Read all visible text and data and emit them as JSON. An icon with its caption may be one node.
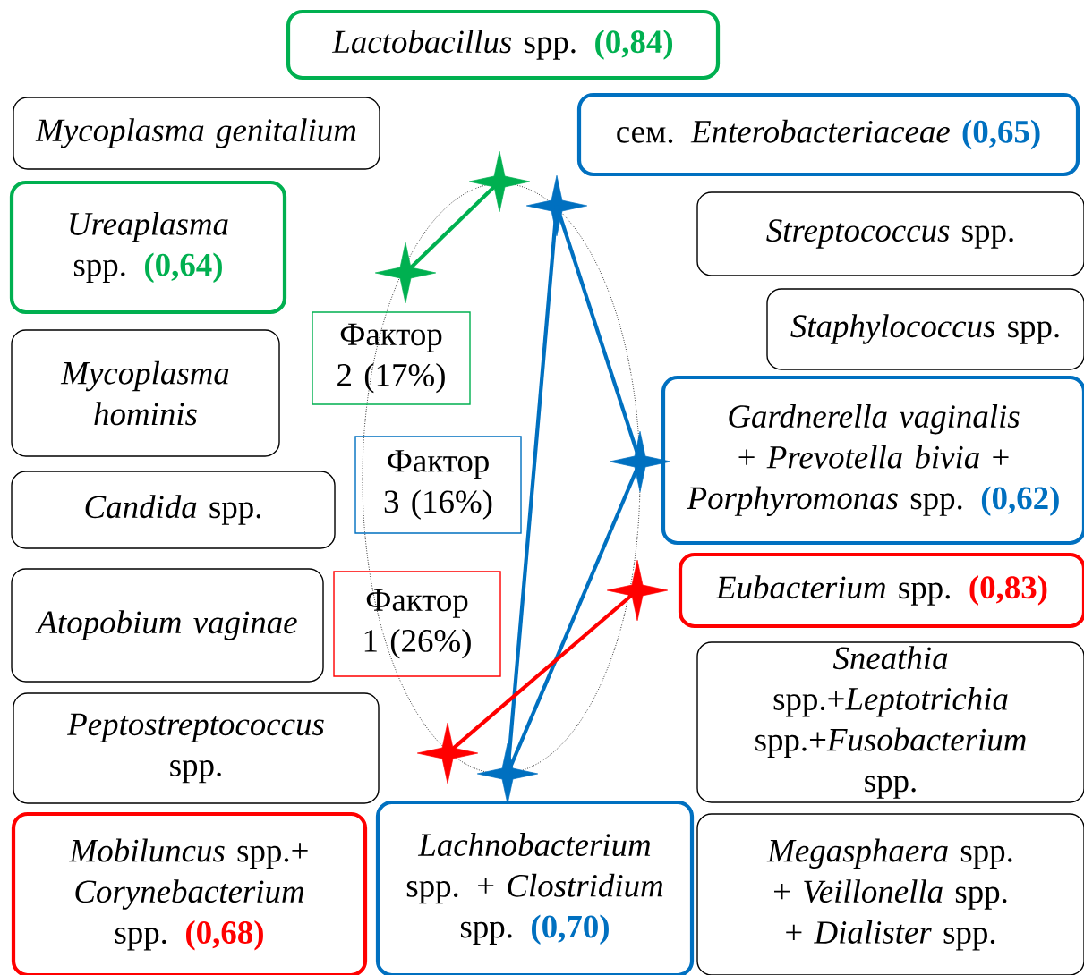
{
  "diagram": {
    "nodes": [
      {
        "text": [
          "*Lactobacillus* spp.",
          "(0,84)"
        ]
      },
      {
        "text": [
          "Mycoplasma genitalium"
        ]
      },
      {
        "text": [
          "сем. *Enterobacteriaceae*",
          "(0,65)"
        ]
      },
      {
        "text": [
          "*Ureaplasma* spp.",
          "(0,64)"
        ]
      },
      {
        "text": [
          "*Streptococcus* spp."
        ]
      },
      {
        "text": [
          "*Staphylococcus* spp."
        ]
      },
      {
        "text": [
          "Фактор 2 (17%)"
        ]
      },
      {
        "text": [
          "Mycoplasma hominis"
        ]
      },
      {
        "text": [
          "*Gardnerella vaginalis* + *Prevotella bivia* + *Porphyromonas* spp.",
          "(0,62)"
        ]
      },
      {
        "text": [
          "Фактор 3 (16%)"
        ]
      },
      {
        "text": [
          "*Candida* spp."
        ]
      },
      {
        "text": [
          "Atopobium vaginae"
        ]
      },
      {
        "text": [
          "Фактор 1 (26%)"
        ]
      },
      {
        "text": [
          "*Eubacterium* spp.",
          "(0,83)"
        ]
      },
      {
        "text": [
          "*Peptostreptococcus* spp."
        ]
      },
      {
        "text": [
          "*Sneathia* spp.+*Leptotrichia* spp.+*Fusobacterium* spp."
        ]
      },
      {
        "text": [
          "*Mobiluncus* spp.+ *Corynebacterium* spp.",
          "(0,68)"
        ]
      },
      {
        "text": [
          "*Lachnobacterium* spp. + *Clostridium* spp.",
          "(0,70)"
        ]
      },
      {
        "text": [
          "*Megasphaera* spp. + *Veillonella* spp. + *Dialister* spp."
        ]
      },
      {
        "text": [],
        "shape": "star"
      },
      {
        "text": [],
        "shape": "star"
      },
      {
        "text": [],
        "shape": "star"
      },
      {
        "text": [],
        "shape": "star"
      },
      {
        "text": [],
        "shape": "star"
      },
      {
        "text": [],
        "shape": "star"
      },
      {
        "text": [],
        "shape": "star"
      }
    ],
    "edges": [
      {
        "from": 19,
        "to": 20,
        "arrow": "none",
        "color": "#00b050"
      },
      {
        "from": 21,
        "to": 22,
        "arrow": "none"
      },
      {
        "from": 22,
        "to": 23,
        "arrow": "none"
      },
      {
        "from": 23,
        "to": 21,
        "arrow": "none"
      },
      {
        "from": 24,
        "to": 25,
        "arrow": "none",
        "color": "#ff0000"
      }
    ]
  }
}
